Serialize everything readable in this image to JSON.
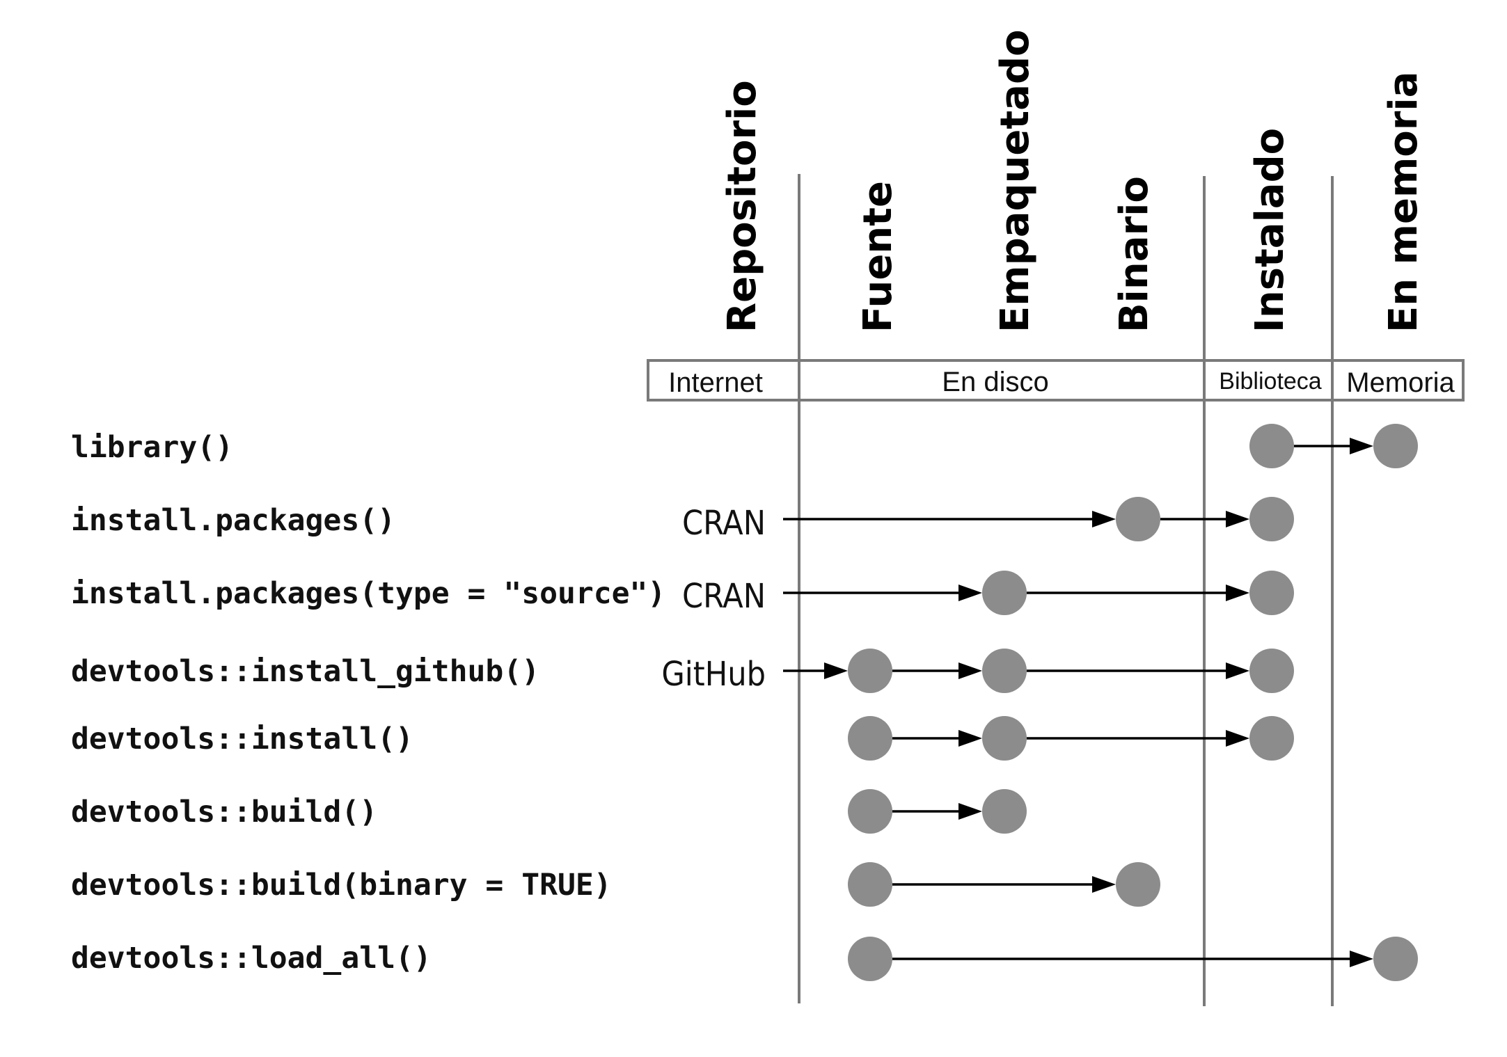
{
  "columns": {
    "repositorio": "Repositorio",
    "fuente": "Fuente",
    "empaquetado": "Empaquetado",
    "binario": "Binario",
    "instalado": "Instalado",
    "en_memoria": "En memoria"
  },
  "locations": {
    "internet": "Internet",
    "en_disco": "En disco",
    "biblioteca": "Biblioteca",
    "memoria": "Memoria"
  },
  "rows": [
    {
      "function": "library()",
      "source": "",
      "nodes": [
        "instalado",
        "en_memoria"
      ],
      "arrows": [
        [
          "instalado",
          "en_memoria"
        ]
      ]
    },
    {
      "function": "install.packages()",
      "source": "CRAN",
      "nodes": [
        "binario",
        "instalado"
      ],
      "arrows": [
        [
          "repositorio",
          "binario"
        ],
        [
          "binario",
          "instalado"
        ]
      ]
    },
    {
      "function": "install.packages(type = \"source\")",
      "source": "CRAN",
      "nodes": [
        "empaquetado",
        "instalado"
      ],
      "arrows": [
        [
          "repositorio",
          "empaquetado"
        ],
        [
          "empaquetado",
          "instalado"
        ]
      ]
    },
    {
      "function": "devtools::install_github()",
      "source": "GitHub",
      "nodes": [
        "fuente",
        "empaquetado",
        "instalado"
      ],
      "arrows": [
        [
          "repositorio",
          "fuente"
        ],
        [
          "fuente",
          "empaquetado"
        ],
        [
          "empaquetado",
          "instalado"
        ]
      ]
    },
    {
      "function": "devtools::install()",
      "source": "",
      "nodes": [
        "fuente",
        "empaquetado",
        "instalado"
      ],
      "arrows": [
        [
          "fuente",
          "empaquetado"
        ],
        [
          "empaquetado",
          "instalado"
        ]
      ]
    },
    {
      "function": "devtools::build()",
      "source": "",
      "nodes": [
        "fuente",
        "empaquetado"
      ],
      "arrows": [
        [
          "fuente",
          "empaquetado"
        ]
      ]
    },
    {
      "function": "devtools::build(binary = TRUE)",
      "source": "",
      "nodes": [
        "fuente",
        "binario"
      ],
      "arrows": [
        [
          "fuente",
          "binario"
        ]
      ]
    },
    {
      "function": "devtools::load_all()",
      "source": "",
      "nodes": [
        "fuente",
        "en_memoria"
      ],
      "arrows": [
        [
          "fuente",
          "en_memoria"
        ]
      ]
    }
  ],
  "colors": {
    "node": "#8c8c8c",
    "arrow": "#000000",
    "divider": "#7a7a7a"
  }
}
